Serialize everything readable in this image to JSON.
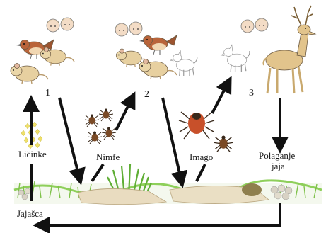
{
  "stages": {
    "host_groups": [
      "1",
      "2",
      "3"
    ],
    "larvae": "Ličinke",
    "nymphs": "Nimfe",
    "adult": "Imago",
    "laying": "Polaganje jaja",
    "eggs": "Jajašca"
  },
  "icons": [
    "human-faces-icon",
    "bird-icon",
    "rodent-icon",
    "dog-icon",
    "deer-icon",
    "tick-icon",
    "egg-cluster-icon",
    "grass-icon"
  ],
  "colors": {
    "arrow": "#111111",
    "tick_body": "#c8502a",
    "tick_dark": "#3a2a1c",
    "bird": "#b9643a",
    "rodent": "#e7d0a0",
    "deer": "#e2c48c",
    "grass": "#7fc24a",
    "eggs": "#efe06a"
  }
}
